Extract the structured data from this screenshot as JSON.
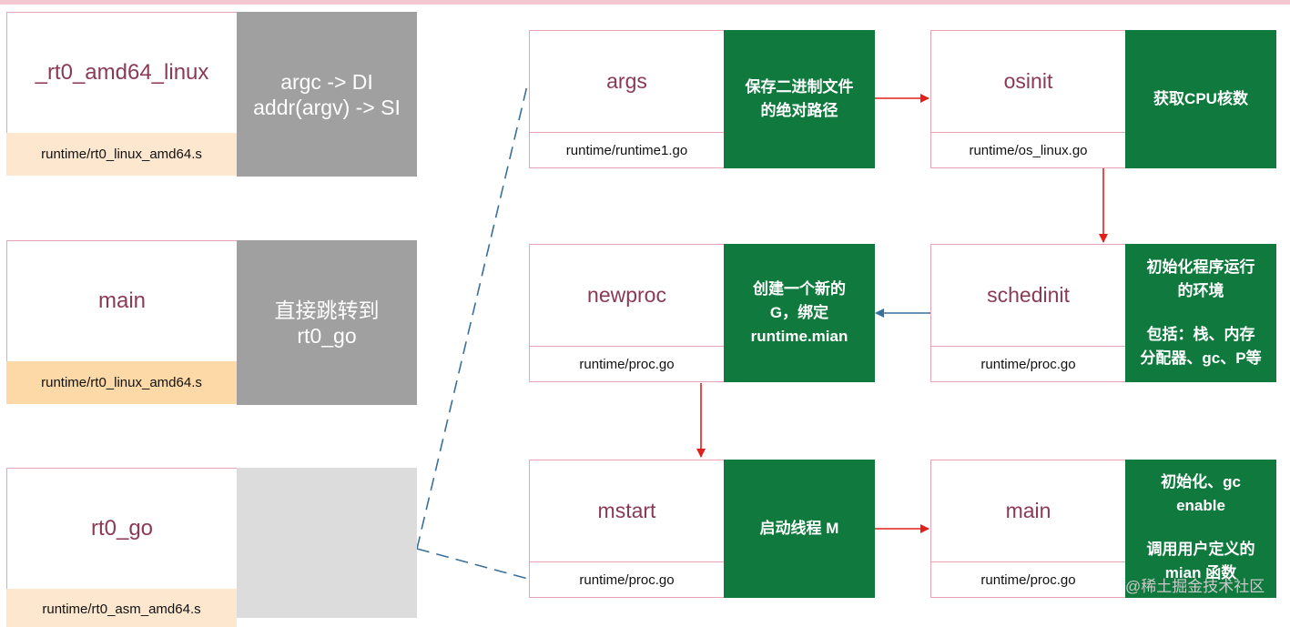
{
  "left_column": [
    {
      "name": "_rt0_amd64_linux",
      "file": "runtime/rt0_linux_amd64.s",
      "desc": [
        "argc -> DI",
        "addr(argv) -> SI"
      ],
      "file_bg": "#fde8cf"
    },
    {
      "name": "main",
      "file": "runtime/rt0_linux_amd64.s",
      "desc": [
        "直接跳转到",
        "rt0_go"
      ],
      "file_bg": "#fcd9a6"
    },
    {
      "name": "rt0_go",
      "file": "runtime/rt0_asm_amd64.s",
      "desc": [],
      "file_bg": "#fde8cf"
    }
  ],
  "right_grid": [
    {
      "name": "args",
      "file": "runtime/runtime1.go",
      "desc": [
        "保存二进制文件",
        "的绝对路径"
      ]
    },
    {
      "name": "osinit",
      "file": "runtime/os_linux.go",
      "desc": [
        "获取CPU核数"
      ]
    },
    {
      "name": "newproc",
      "file": "runtime/proc.go",
      "desc": [
        "创建一个新的",
        "G，绑定",
        "runtime.mian"
      ]
    },
    {
      "name": "schedinit",
      "file": "runtime/proc.go",
      "desc": [
        "初始化程序运行",
        "的环境",
        "",
        "包括：栈、内存",
        "分配器、gc、P等"
      ]
    },
    {
      "name": "mstart",
      "file": "runtime/proc.go",
      "desc": [
        "启动线程 M"
      ]
    },
    {
      "name": "main",
      "file": "runtime/proc.go",
      "desc": [
        "初始化、gc",
        "enable",
        "",
        "调用用户定义的",
        "mian 函数"
      ]
    }
  ],
  "colors": {
    "box_border": "#e8a3b4",
    "name_text": "#8b3a56",
    "green_desc": "#107a3e",
    "gray_desc": "#a0a0a0",
    "red_arrow": "#e0201a",
    "blue_arrow": "#3a6f9a",
    "dashed_line": "#3a6f9a"
  },
  "watermark": "@稀土掘金技术社区"
}
